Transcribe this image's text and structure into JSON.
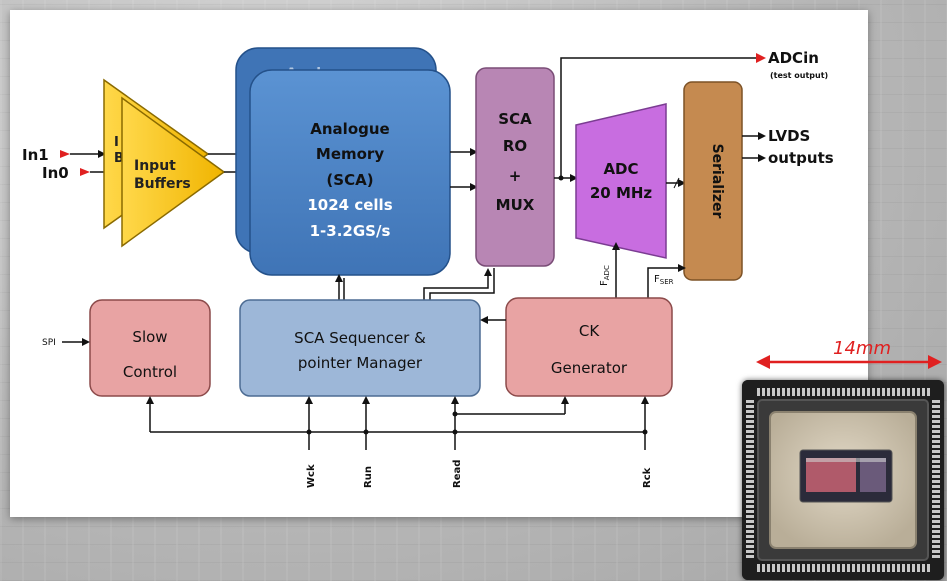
{
  "inputs": {
    "in1": "In1",
    "in0": "In0"
  },
  "input_buffers": {
    "back": "Input Buffers",
    "front_line1": "Input",
    "front_line2": "Buffers"
  },
  "analogue_memory": {
    "line1": "Analogue",
    "line2": "Memory",
    "line3": "(SCA)",
    "line4": "1024 cells",
    "line5": "1-3.2GS/s"
  },
  "sca_ro_mux": {
    "line1": "SCA",
    "line2": "RO",
    "line3": "+",
    "line4": "MUX"
  },
  "adc": {
    "line1": "ADC",
    "line2": "20 MHz"
  },
  "serializer": {
    "label": "Serializer"
  },
  "adcin": {
    "label": "ADCin",
    "sub": "(test output)"
  },
  "lvds": {
    "line1": "LVDS",
    "line2": "outputs"
  },
  "slow_control": {
    "line1": "Slow",
    "line2": "Control",
    "spi": "SPI"
  },
  "sequencer": {
    "line1": "SCA Sequencer &",
    "line2": "pointer Manager"
  },
  "ck_generator": {
    "line1": "CK",
    "line2": "Generator"
  },
  "freqs": {
    "fadc_main": "F",
    "fadc_sub": "ADC",
    "fser_main": "F",
    "fser_sub": "SER"
  },
  "signals": [
    "Wck",
    "Run",
    "Read",
    "Rck"
  ],
  "chip_size": "14mm",
  "colors": {
    "memory_blue": "#4f86c6",
    "buffer_yellow": "#ffc000",
    "mux_purple": "#b886b4",
    "adc_violet": "#c86de0",
    "serializer_brown": "#c58a50",
    "pink_block": "#e8a3a3",
    "sequencer_blue": "#9db7d8",
    "arrow_red": "#e02020"
  }
}
